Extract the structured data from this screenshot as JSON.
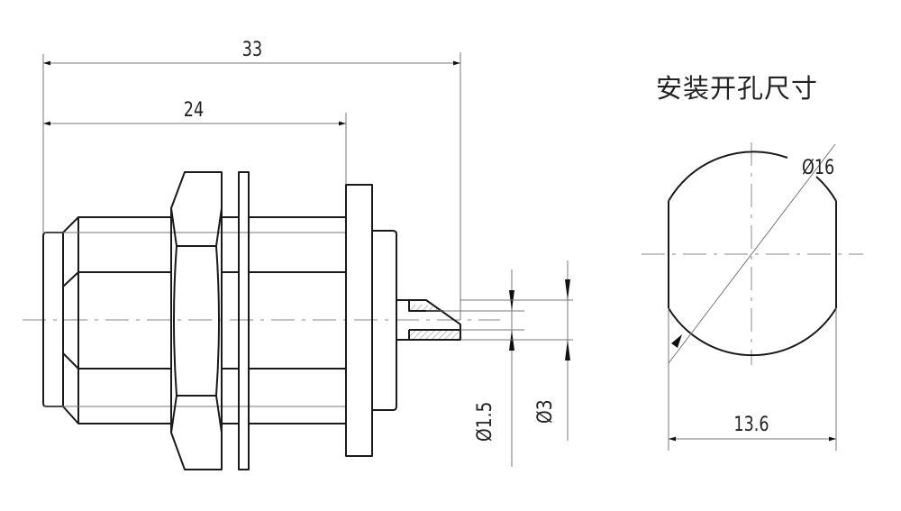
{
  "title": "安装开孔尺寸",
  "dimensions": {
    "overall_length": "33",
    "body_length": "24",
    "pin_inner_diameter": "Ø1.5",
    "pin_outer_diameter": "Ø3",
    "hole_diameter": "Ø16",
    "hole_flat_width": "13.6"
  },
  "colors": {
    "line": "#1a1a1a",
    "dim_line": "#777777",
    "hatch": "#999999"
  }
}
